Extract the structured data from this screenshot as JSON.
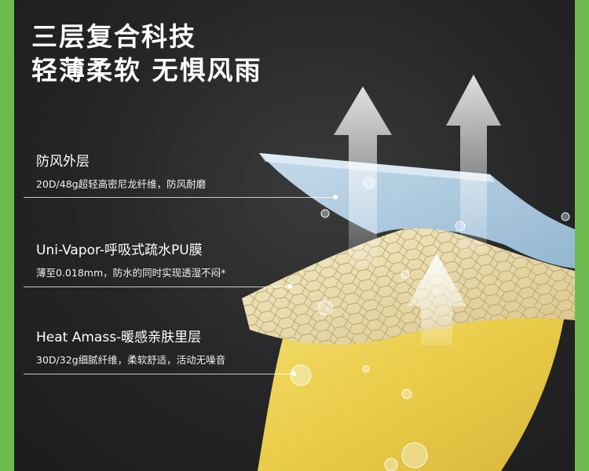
{
  "headline": {
    "line1": "三层复合科技",
    "line2": "轻薄柔软 无惧风雨"
  },
  "layers": [
    {
      "title": "防风外层",
      "description": "20D/48g超轻高密尼龙纤维，防风耐磨"
    },
    {
      "title": "Uni-Vapor-呼吸式疏水PU膜",
      "description": "薄至0.018mm，防水的同时实现透湿不闷*"
    },
    {
      "title": "Heat Amass-暖感亲肤里层",
      "description": "30D/32g细腻纤维，柔软舒适，活动无噪音"
    }
  ],
  "colors": {
    "frame_green": "#6dbb4e",
    "background": "#242526",
    "outer_layer": "#a9c6dd",
    "membrane_layer": "#e6d8a8",
    "inner_layer": "#e8cf4f"
  }
}
